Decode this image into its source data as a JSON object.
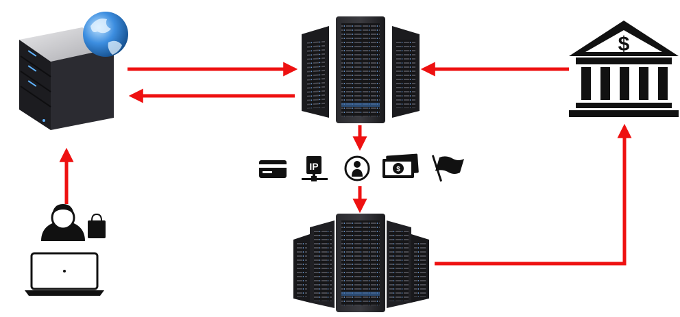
{
  "diagram": {
    "nodes": [
      {
        "id": "merchant-web-server",
        "icon": "web-server-globe-icon"
      },
      {
        "id": "payment-gateway-servers",
        "icon": "server-rack-icon"
      },
      {
        "id": "bank",
        "icon": "bank-dollar-icon"
      },
      {
        "id": "customer",
        "icon": "user-laptop-shopping-icon"
      },
      {
        "id": "fraud-screening-servers",
        "icon": "server-cluster-icon"
      }
    ],
    "screening_attributes": [
      {
        "icon": "credit-card-icon"
      },
      {
        "icon": "ip-address-icon"
      },
      {
        "icon": "user-profile-icon"
      },
      {
        "icon": "cash-dollar-icon"
      },
      {
        "icon": "flag-icon"
      }
    ],
    "arrows": [
      {
        "from": "customer",
        "to": "merchant-web-server"
      },
      {
        "from": "merchant-web-server",
        "to": "payment-gateway-servers"
      },
      {
        "from": "payment-gateway-servers",
        "to": "merchant-web-server"
      },
      {
        "from": "bank",
        "to": "payment-gateway-servers"
      },
      {
        "from": "payment-gateway-servers",
        "to": "screening-attributes"
      },
      {
        "from": "screening-attributes",
        "to": "fraud-screening-servers"
      },
      {
        "from": "fraud-screening-servers",
        "to": "bank"
      }
    ],
    "colors": {
      "arrow": "#ee1111",
      "icon": "#111111",
      "server": "#1c1c1e",
      "globe": "#2f7fd6"
    }
  }
}
